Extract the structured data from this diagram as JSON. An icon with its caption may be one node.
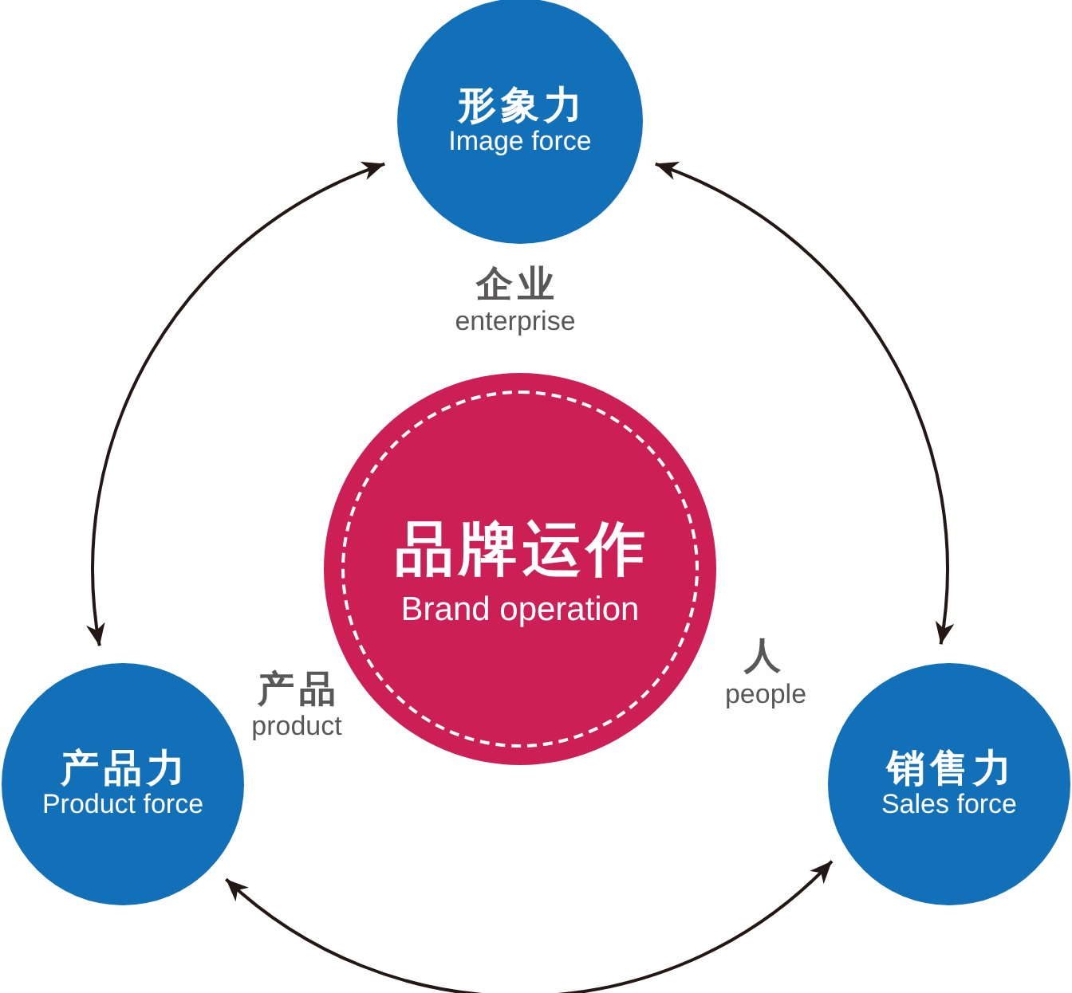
{
  "diagram": {
    "nodes": [
      {
        "text": [
          "形象力",
          "Image force"
        ]
      },
      {
        "text": [
          "品牌运作",
          "Brand operation"
        ]
      },
      {
        "text": [
          "产品力",
          "Product force"
        ]
      },
      {
        "text": [
          "销售力",
          "Sales force"
        ]
      }
    ],
    "edges": [
      {
        "from": 0,
        "to": 2,
        "arrow": "both"
      },
      {
        "from": 0,
        "to": 3,
        "arrow": "both"
      },
      {
        "from": 2,
        "to": 3,
        "arrow": "both"
      }
    ],
    "labels": [
      "企业",
      "enterprise",
      "产品",
      "product",
      "人",
      "people"
    ]
  }
}
